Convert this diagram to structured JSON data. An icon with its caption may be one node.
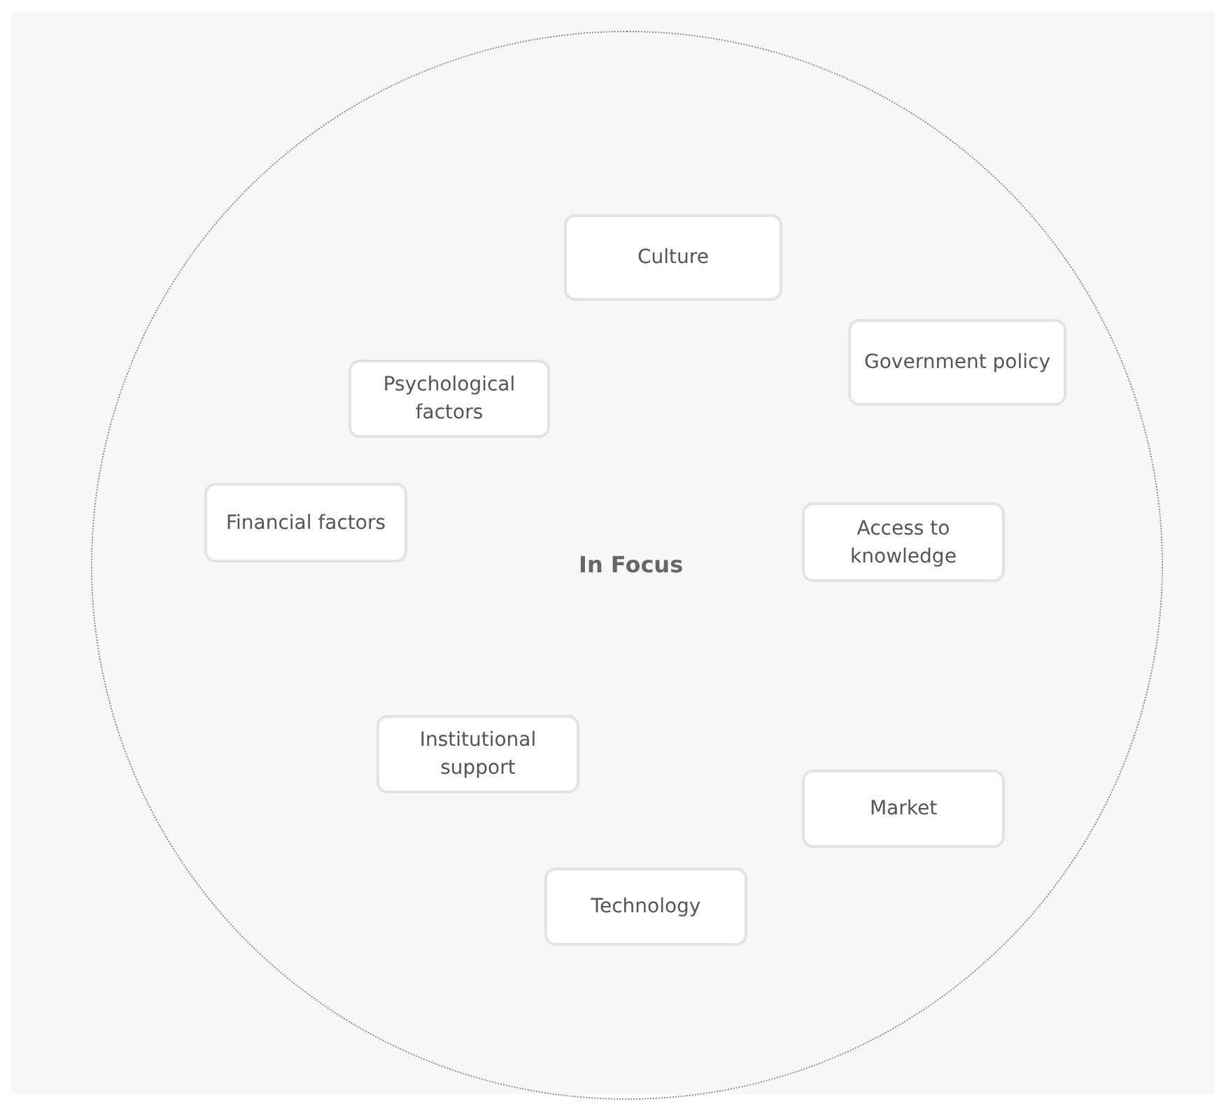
{
  "diagram": {
    "nodes": [
      {
        "text": [
          "In Focus"
        ]
      },
      {
        "text": [
          "Culture"
        ],
        "in": 0
      },
      {
        "text": [
          "Government policy"
        ],
        "in": 0
      },
      {
        "text": [
          "Psychological factors"
        ],
        "in": 0
      },
      {
        "text": [
          "Financial factors"
        ],
        "in": 0
      },
      {
        "text": [
          "Access to knowledge"
        ],
        "in": 0
      },
      {
        "text": [
          "Institutional support"
        ],
        "in": 0
      },
      {
        "text": [
          "Market"
        ],
        "in": 0
      },
      {
        "text": [
          "Technology"
        ],
        "in": 0
      }
    ]
  }
}
